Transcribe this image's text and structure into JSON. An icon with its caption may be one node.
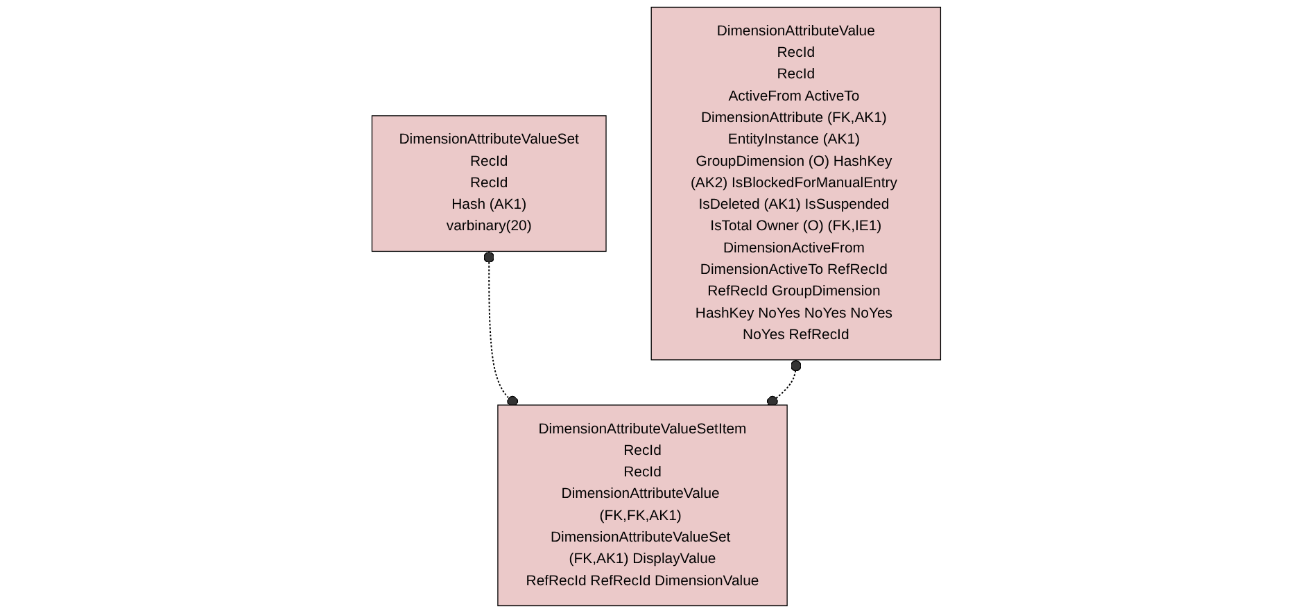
{
  "diagram": {
    "nodes": [
      {
        "text": [
          "DimensionAttributeValueSet",
          "RecId",
          "RecId",
          "Hash (AK1)",
          "varbinary(20)"
        ]
      },
      {
        "text": [
          "DimensionAttributeValueSetItem",
          "RecId",
          "RecId",
          "DimensionAttributeValue (FK,FK,AK1) DimensionAttributeValueSet (FK,AK1) DisplayValue",
          "RefRecId RefRecId DimensionValue"
        ]
      },
      {
        "text": [
          "DimensionAttributeValue",
          "RecId",
          "RecId",
          "ActiveFrom ActiveTo DimensionAttribute (FK,AK1) EntityInstance (AK1) GroupDimension (O) HashKey (AK2) IsBlockedForManualEntry IsDeleted (AK1) IsSuspended IsTotal Owner (O) (FK,IE1)",
          "DimensionActiveFrom DimensionActiveTo RefRecId RefRecId GroupDimension HashKey NoYes NoYes NoYes NoYes RefRecId"
        ]
      }
    ],
    "edges": [
      {
        "from": 0,
        "to": 1,
        "arrow": "other",
        "style": "dashed"
      },
      {
        "from": 2,
        "to": 1,
        "arrow": "other",
        "style": "dashed"
      }
    ]
  }
}
